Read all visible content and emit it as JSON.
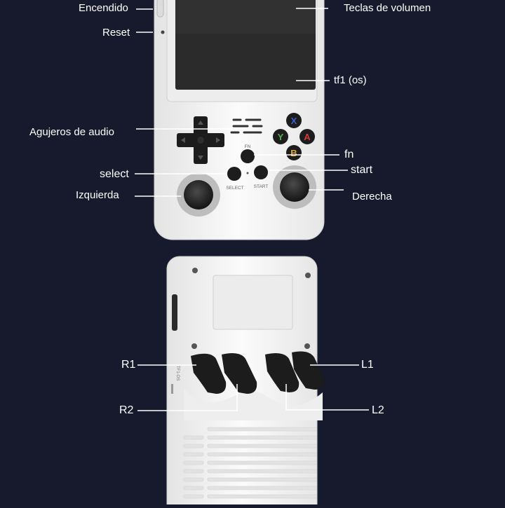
{
  "colors": {
    "background": "#161a2c",
    "shell": "#f4f4f4",
    "screen": "#2b2b2b",
    "button_x": "#3a5fd1",
    "button_y": "#4caf50",
    "button_a": "#d23a3a",
    "button_b": "#e2a83a",
    "callout_line": "#ffffff"
  },
  "front_labels": {
    "encendido": "Encendido",
    "reset": "Reset",
    "volumen": "Teclas de volumen",
    "tf1": "tf1 (os)",
    "audio": "Agujeros de audio",
    "fn": "fn",
    "select": "select",
    "start": "start",
    "izquierda": "Izquierda",
    "derecha": "Derecha"
  },
  "device_printed": {
    "fn": "FN",
    "select": "SELECT",
    "start": "START",
    "x": "X",
    "y": "Y",
    "a": "A",
    "b": "B",
    "tf_slot": "TF1-OS"
  },
  "back_labels": {
    "r1": "R1",
    "r2": "R2",
    "l1": "L1",
    "l2": "L2"
  }
}
